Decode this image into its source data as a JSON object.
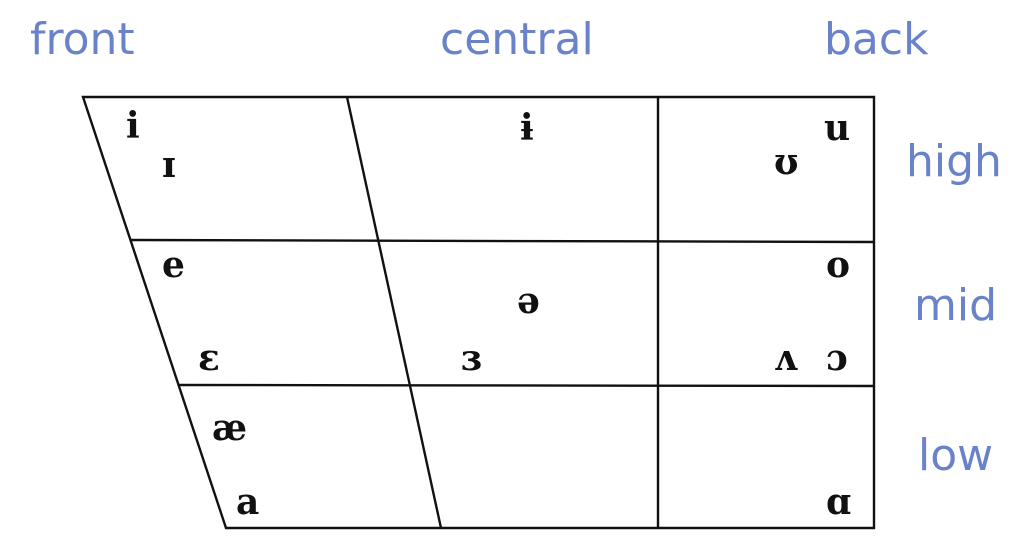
{
  "columns": {
    "front": "front",
    "central": "central",
    "back": "back"
  },
  "rows": {
    "high": "high",
    "mid": "mid",
    "low": "low"
  },
  "vowels": {
    "close_front_unrounded": "i",
    "near_close_front": "ɪ",
    "close_central": "ɨ",
    "close_back": "u",
    "near_close_back": "ʊ",
    "close_mid_front": "e",
    "mid_central": "ə",
    "close_mid_back": "o",
    "open_mid_front": "ɛ",
    "open_mid_central": "ɜ",
    "open_mid_back_unrounded": "ʌ",
    "open_mid_back_rounded": "ɔ",
    "near_open_front": "æ",
    "open_front": "a",
    "open_back": "ɑ"
  },
  "colors": {
    "label": "#6a82c9",
    "lines": "#111111"
  }
}
